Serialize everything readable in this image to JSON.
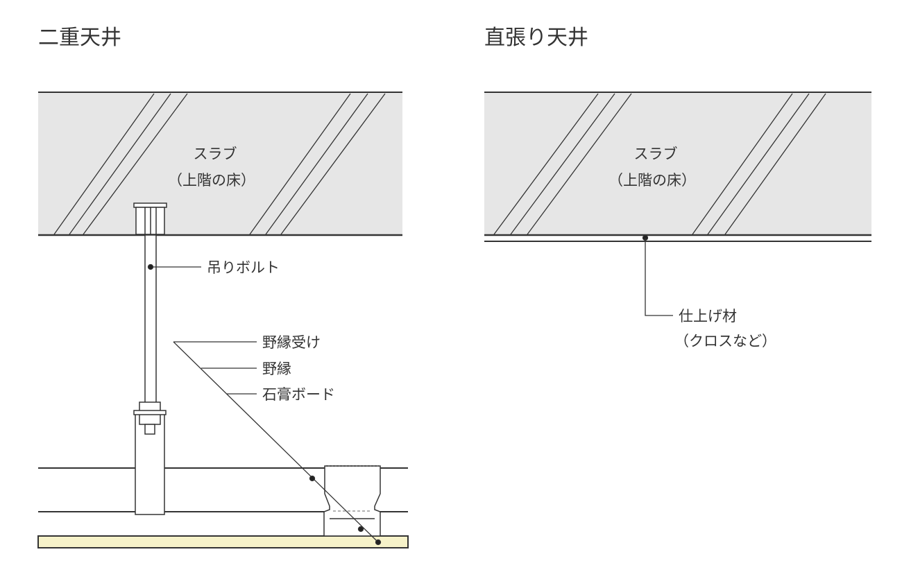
{
  "left": {
    "title": "二重天井",
    "slab_label": "スラブ",
    "slab_sublabel": "（上階の床）",
    "hanger_bolt_label": "吊りボルト",
    "furring_receiver_label": "野縁受け",
    "furring_label": "野縁",
    "gypsum_board_label": "石膏ボード"
  },
  "right": {
    "title": "直張り天井",
    "slab_label": "スラブ",
    "slab_sublabel": "（上階の床）",
    "finish_label": "仕上げ材",
    "finish_sublabel": "（クロスなど）"
  },
  "colors": {
    "slab": "#e6e6e6",
    "board": "#f6f2c9",
    "line": "#333333"
  }
}
